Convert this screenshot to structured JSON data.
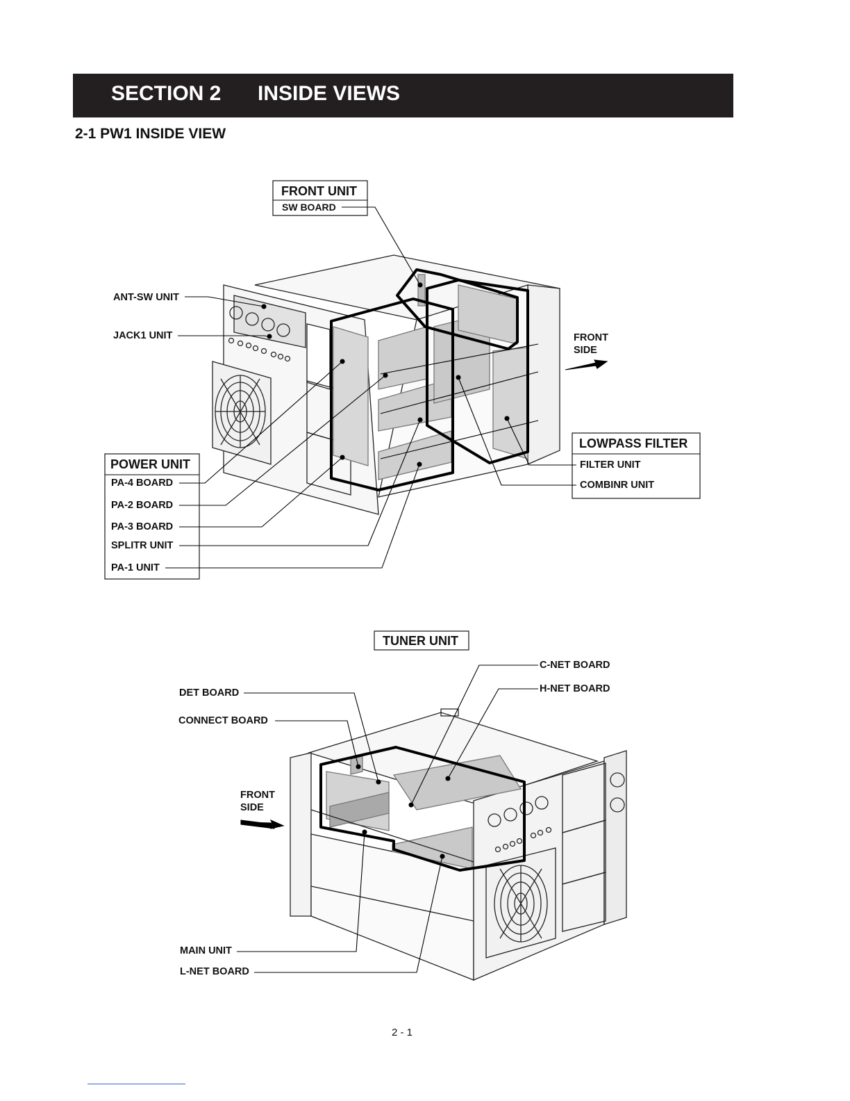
{
  "header": {
    "section_number": "SECTION 2",
    "section_title": "INSIDE VIEWS"
  },
  "subsection": {
    "title": "2-1  PW1 INSIDE VIEW"
  },
  "upper_view": {
    "front_unit": {
      "title": "FRONT UNIT",
      "sub": "SW BOARD"
    },
    "ant_sw": "ANT-SW UNIT",
    "jack1": "JACK1 UNIT",
    "front_side": [
      "FRONT",
      "SIDE"
    ],
    "lowpass": {
      "title": "LOWPASS FILTER",
      "items": [
        "FILTER UNIT",
        "COMBINR UNIT"
      ]
    },
    "power": {
      "title": "POWER UNIT",
      "items": [
        "PA-4 BOARD",
        "PA-2 BOARD",
        "PA-3 BOARD",
        "SPLITR UNIT",
        "PA-1 UNIT"
      ]
    }
  },
  "lower_view": {
    "tuner_unit": "TUNER UNIT",
    "c_net": "C-NET BOARD",
    "h_net": "H-NET BOARD",
    "det": "DET BOARD",
    "connect": "CONNECT BOARD",
    "front_side": [
      "FRONT",
      "SIDE"
    ],
    "main": "MAIN UNIT",
    "l_net": "L-NET BOARD"
  },
  "page_number": "2 - 1"
}
